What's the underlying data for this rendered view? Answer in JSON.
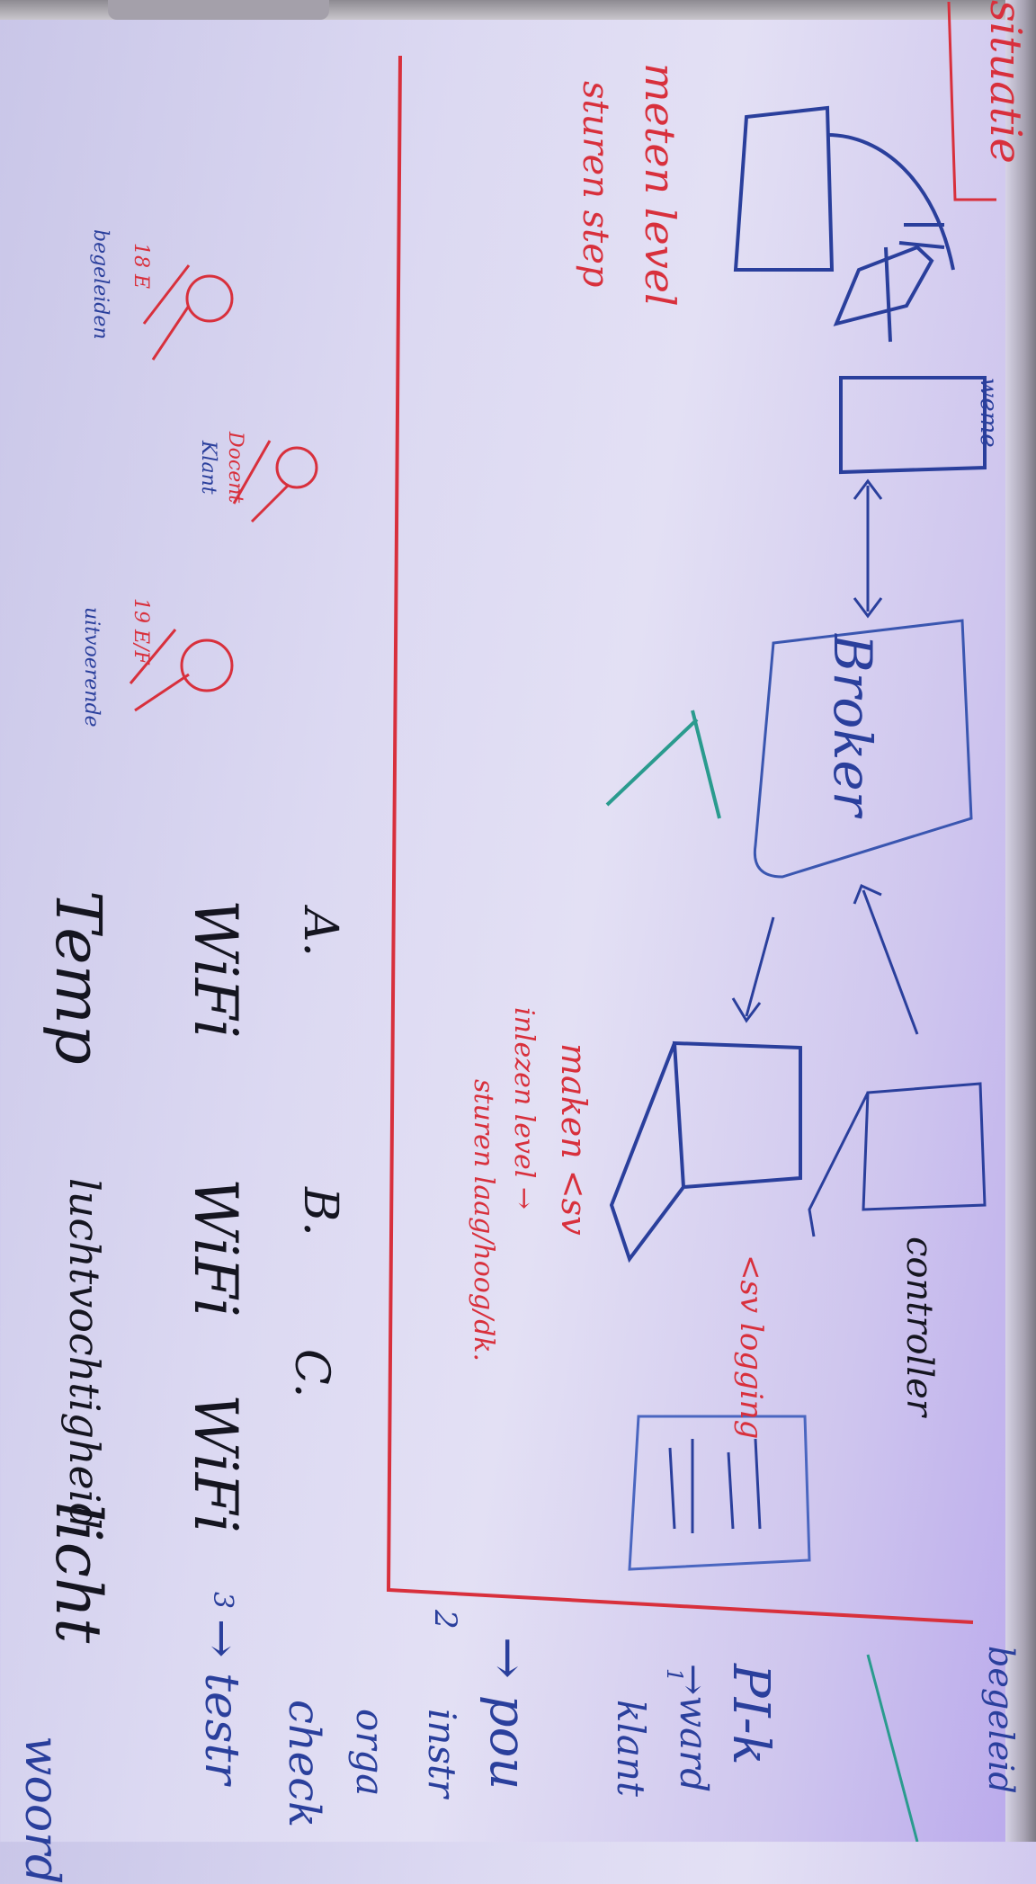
{
  "board": {
    "corner_title": "situatie",
    "device_label_weather": "weme",
    "broker_label": "Broker",
    "controller_label": "controller",
    "csv_logging_label": "<sv logging",
    "left_notes": [
      "meten level",
      "sturen step"
    ],
    "persons": [
      {
        "id": "person-1",
        "label": "18 E",
        "role": "begeleiden"
      },
      {
        "id": "person-2",
        "label": "Docent",
        "role": "Klant"
      },
      {
        "id": "person-3",
        "label": "19 E/F",
        "role": "uitvoerende"
      }
    ],
    "mid_notes": [
      "maken <sv",
      "inlezen level →",
      "sturen laag/hoog/dk."
    ],
    "columns": {
      "headers": [
        "A.",
        "B.",
        "C."
      ],
      "row_wifi": [
        "WiFi",
        "WiFi",
        "WiFi"
      ],
      "row_sensor": [
        "Temp",
        "luchtvochtigheid",
        "licht"
      ]
    },
    "right_notes": [
      "begeleid",
      "PI-k",
      "→ward",
      "klant",
      "→ pou",
      "instr",
      "orga",
      "check",
      "→ testr",
      "woord"
    ],
    "numbers": [
      "1",
      "2",
      "3"
    ]
  },
  "colors": {
    "red": "#d8303c",
    "blue": "#2a3f9c",
    "black": "#151520",
    "teal": "#2a9b8e"
  }
}
